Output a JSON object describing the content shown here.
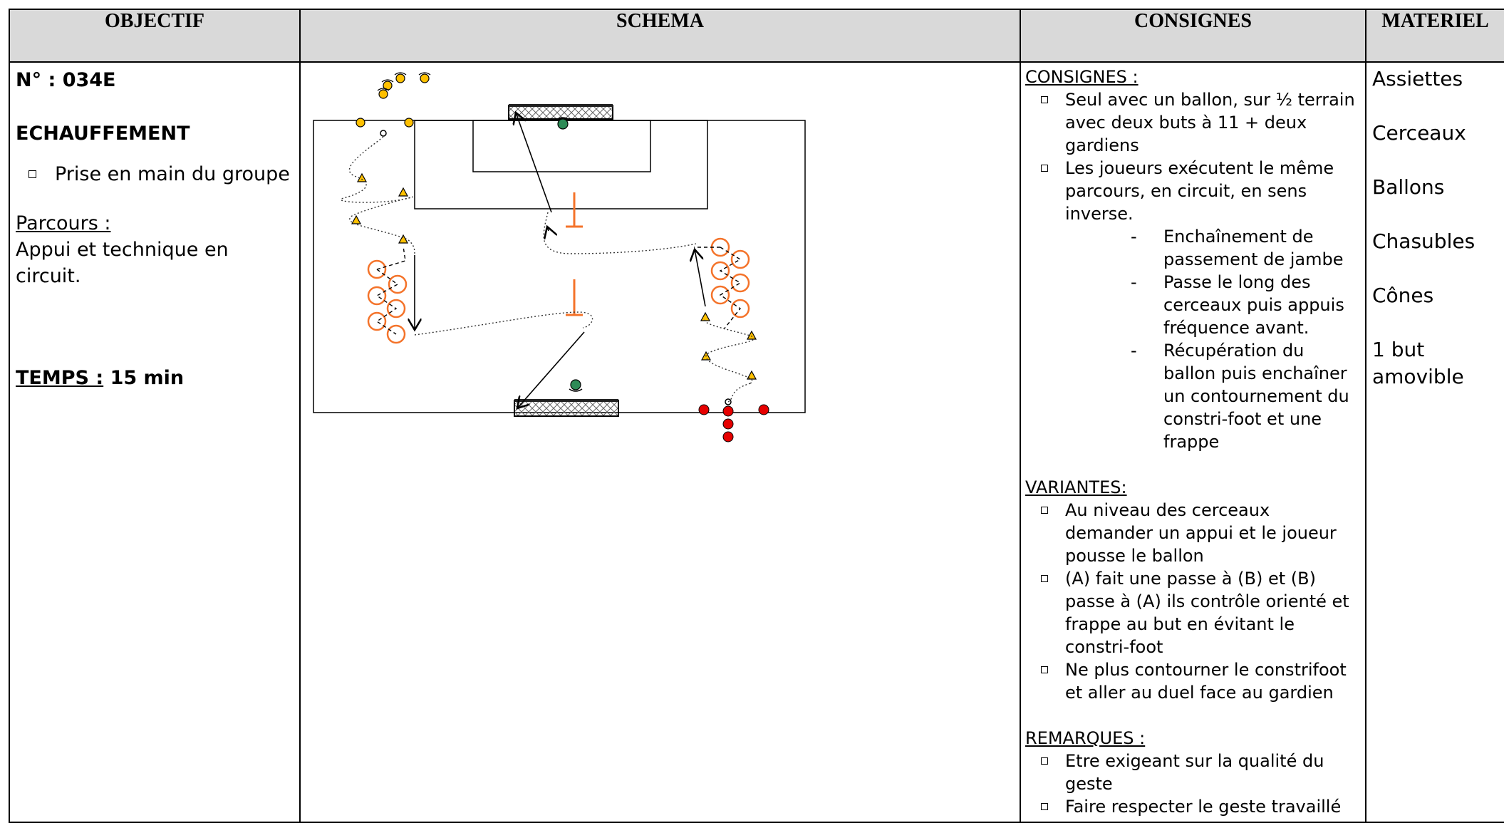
{
  "headers": {
    "objectif": "OBJECTIF",
    "schema": "SCHEMA",
    "consignes": "CONSIGNES",
    "materiel": "MATERIEL"
  },
  "objectif": {
    "number": "N° : 034E",
    "theme": "ECHAUFFEMENT",
    "bullet": "Prise en main du groupe",
    "parcours_label": "Parcours :",
    "parcours_text": "Appui et technique en circuit.",
    "temps_label": "TEMPS :",
    "temps_value": " 15 min"
  },
  "consignes": {
    "title": "CONSIGNES :",
    "items": [
      "Seul avec un ballon, sur ½ terrain avec deux buts à 11 + deux gardiens",
      "Les joueurs exécutent le même parcours, en circuit, en sens inverse."
    ],
    "subitems": [
      "Enchaînement de passement de jambe",
      "Passe le long des cerceaux puis appuis fréquence avant.",
      "Récupération du ballon puis enchaîner un contournement du constri-foot et une frappe"
    ],
    "variantes_title": "VARIANTES:",
    "variantes": [
      "Au niveau des cerceaux demander un appui et le joueur pousse le ballon",
      "(A)  fait une passe à (B) et (B) passe à (A) ils contrôle orienté et frappe au but en évitant le constri-foot",
      "Ne plus contourner le constrifoot et aller au duel face au gardien"
    ],
    "remarques_title": "REMARQUES :",
    "remarques": [
      "Etre exigeant sur la qualité du geste",
      "Faire respecter le geste travaillé"
    ]
  },
  "materiel": [
    "Assiettes",
    "Cerceaux",
    "Ballons",
    "Chasubles",
    "Cônes",
    "1 but amovible"
  ],
  "colors": {
    "header_bg": "#d9d9d9",
    "cone": "#ffc000",
    "ring": "#f4732a",
    "pole": "#f4732a",
    "player_yellow": "#ffc000",
    "player_red": "#e60000",
    "goalkeeper": "#2e8b57"
  }
}
